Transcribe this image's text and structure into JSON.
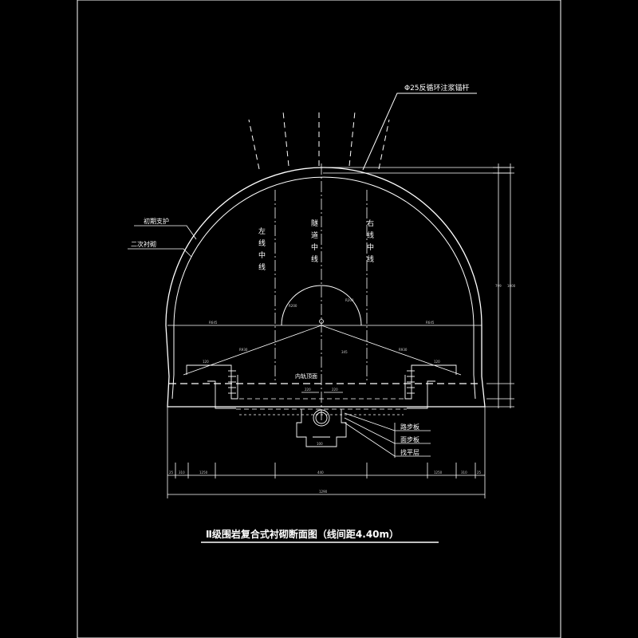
{
  "drawing": {
    "title": "Ⅱ级围岩复合式衬砌断面图（线间距4.40m）",
    "labels": {
      "bolt": "Φ25反循环注浆锚杆",
      "initial_support": "初期支护",
      "secondary_lining": "二次衬砌",
      "left_line": "左线中线",
      "tunnel_center": "隧道中线",
      "right_line": "右线中线",
      "rail_top": "内轨顶面",
      "layer1": "路步板",
      "layer2": "面步板",
      "layer3": "找平层"
    },
    "dims": {
      "arch_radius_left": "R645",
      "arch_radius_right": "R645",
      "wall_left": "R930",
      "wall_right": "R930",
      "inner_small_left": "R200",
      "inner_small_right": "R200",
      "center_height": "345",
      "height_total": "1000",
      "height_upper": "799",
      "bottom_total": "1290",
      "bottom_seg_1": "25",
      "bottom_seg_2": "310",
      "bottom_seg_3": "1250",
      "bottom_seg_4": "440",
      "bottom_seg_5": "1250",
      "bottom_seg_6": "310",
      "bottom_seg_7": "25",
      "drain_width": "100",
      "ledge_left": "120",
      "ledge_right": "120",
      "offset_a": "220",
      "offset_b": "220"
    }
  },
  "colors": {
    "background": "#000000",
    "line": "#ffffff",
    "dim": "#cfcfcf"
  }
}
